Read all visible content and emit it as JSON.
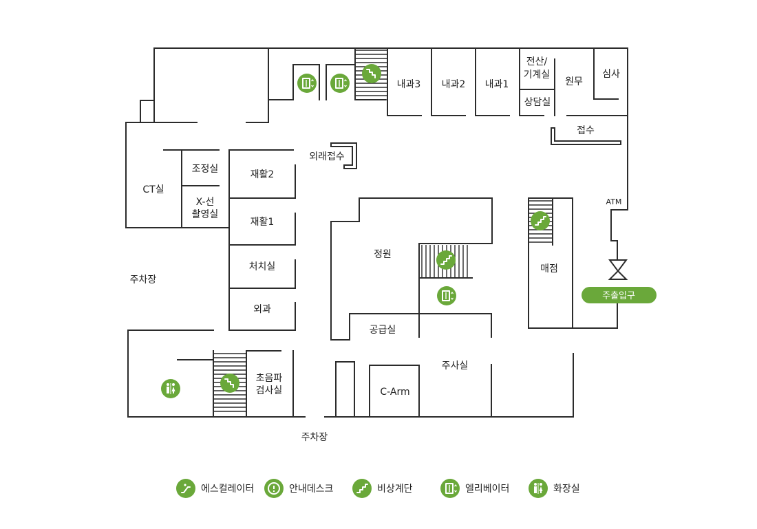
{
  "colors": {
    "accent": "#6aa83a",
    "wall": "#2b2b2b",
    "text": "#222222",
    "background": "#ffffff"
  },
  "rooms": {
    "internal3": "내과3",
    "internal2": "내과2",
    "internal1": "내과1",
    "electric_line1": "전산/",
    "electric_line2": "기계실",
    "consult": "상담실",
    "director": "원무",
    "review": "심사",
    "reception": "접수",
    "ct": "CT실",
    "control": "조정실",
    "xray_line1": "X-선",
    "xray_line2": "촬영실",
    "rehab2": "재활2",
    "rehab1": "재활1",
    "treatment": "처치실",
    "surgery": "외과",
    "outpatient_reception": "외래접수",
    "garden": "정원",
    "supply": "공급실",
    "store": "매점",
    "atm": "ATM",
    "parking_left": "주차장",
    "parking_bottom": "주차장",
    "ultrasound_line1": "초음파",
    "ultrasound_line2": "검사실",
    "c_arm": "C-Arm",
    "injection": "주사실"
  },
  "main_entrance": {
    "label": "주출입구"
  },
  "map_icons": [
    {
      "icon": "elevator-icon"
    },
    {
      "icon": "elevator-icon"
    },
    {
      "icon": "escalator-icon"
    },
    {
      "icon": "emergency-stairs-icon"
    },
    {
      "icon": "emergency-stairs-icon"
    },
    {
      "icon": "elevator-icon"
    },
    {
      "icon": "escalator-icon"
    },
    {
      "icon": "restroom-icon"
    }
  ],
  "legend": [
    {
      "icon": "escalator-icon",
      "label": "에스컬레이터"
    },
    {
      "icon": "info-desk-icon",
      "label": "안내데스크"
    },
    {
      "icon": "emergency-stairs-icon",
      "label": "비상계단"
    },
    {
      "icon": "elevator-icon",
      "label": "엘리베이터"
    },
    {
      "icon": "restroom-icon",
      "label": "화장실"
    }
  ]
}
